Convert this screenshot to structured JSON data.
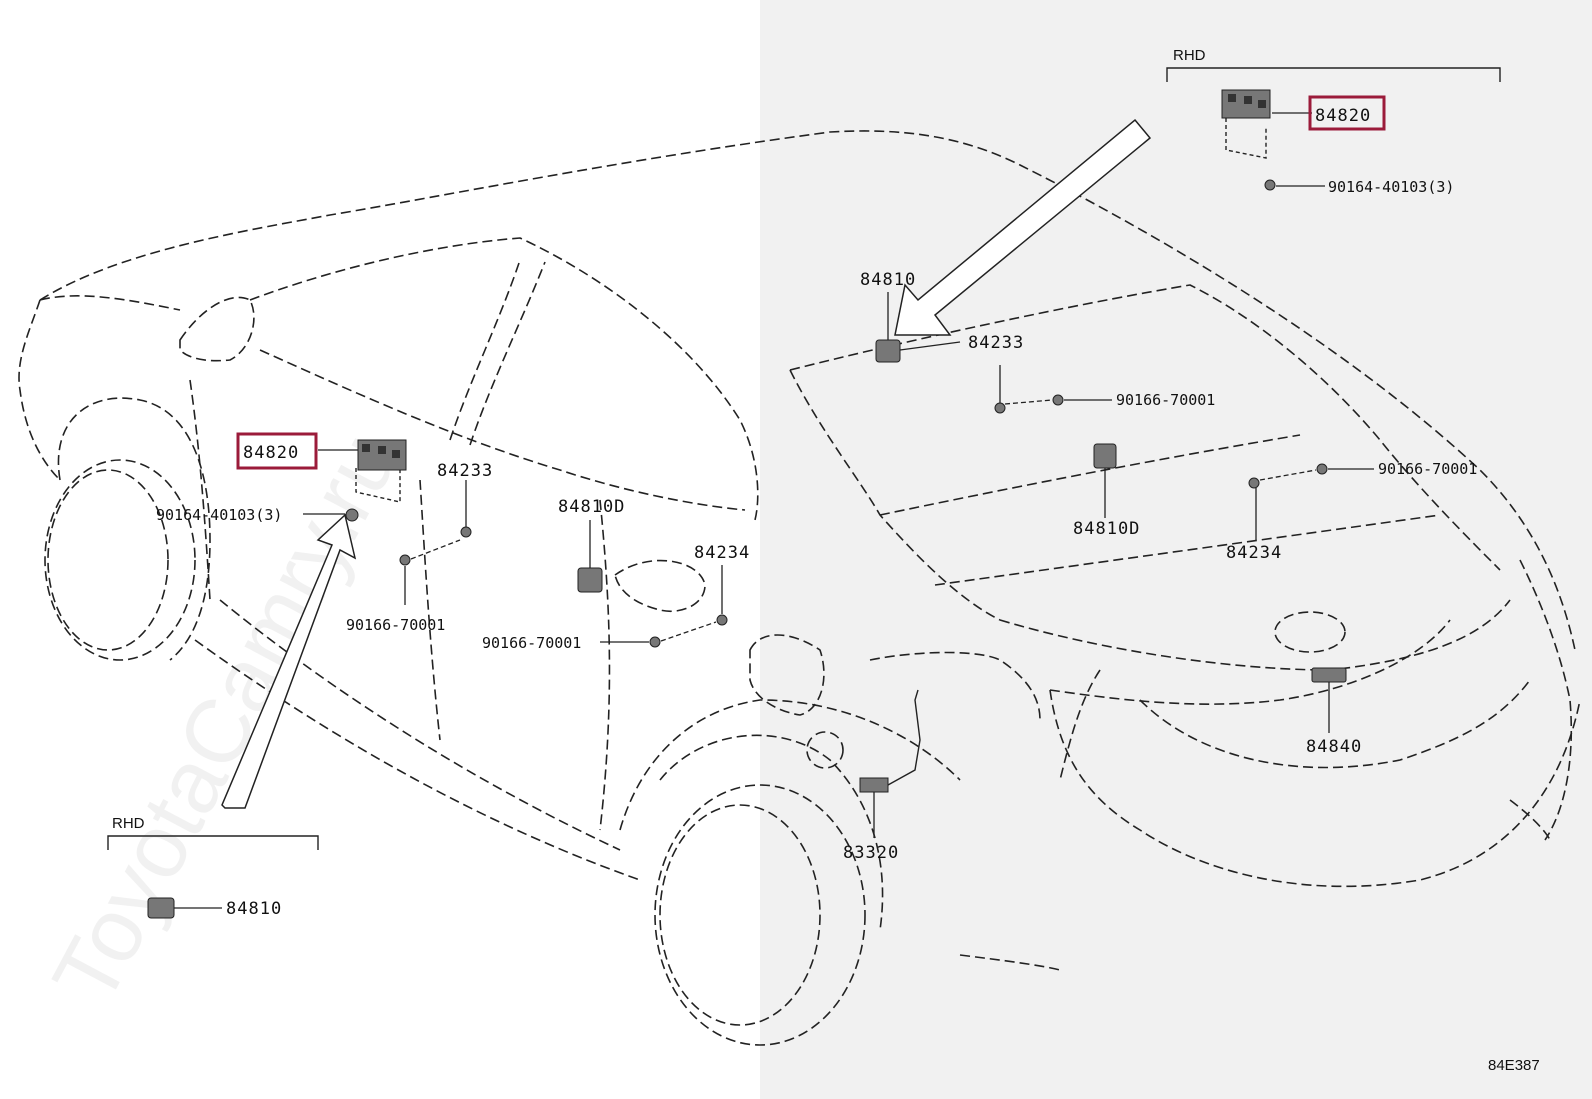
{
  "watermark": "ToyotaCamry.ru",
  "diagram_code": "84E387",
  "groups": {
    "rhd_top": "RHD",
    "rhd_bottom": "RHD"
  },
  "labels": {
    "p84820_left": "84820",
    "p84820_right": "84820",
    "bolt_40103_left": "90164-40103(3)",
    "bolt_40103_right": "90164-40103(3)",
    "p84233_left": "84233",
    "p84233_right": "84233",
    "p84810D_left": "84810D",
    "p84810D_right": "84810D",
    "p84234_left": "84234",
    "p84234_right": "84234",
    "bolt_70001_a": "90166-70001",
    "bolt_70001_b": "90166-70001",
    "bolt_70001_c": "90166-70001",
    "bolt_70001_d": "90166-70001",
    "p84810_top": "84810",
    "p84810_rhd": "84810",
    "p84840": "84840",
    "p83320": "83320"
  },
  "colors": {
    "highlight": "#9b1b3a",
    "background_right": "#f1f1f1",
    "line": "#222222"
  },
  "icons": [
    "switch-module-icon",
    "switch-icon",
    "bolt-icon",
    "clip-icon",
    "arrow-icon"
  ]
}
